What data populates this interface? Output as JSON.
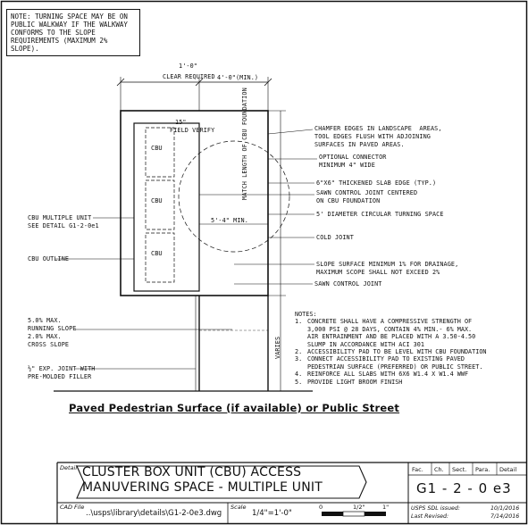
{
  "top_note": [
    "NOTE: TURNING SPACE MAY BE ON",
    "PUBLIC WALKWAY IF THE WALKWAY",
    "CONFORMS TO THE SLOPE",
    "REQUIREMENTS (MAXIMUM 2% SLOPE)."
  ],
  "dimensions": {
    "clear_required_1": "1'-0\"",
    "clear_required_2": "CLEAR REQUIRED",
    "width_min": "4'-0\"(MIN.)",
    "field_verify_1": "15\"",
    "field_verify_2": "FIELD VERIFY",
    "turning_min": "5'-4\" MIN.",
    "match_length": "MATCH LENGTH OF CBU FOUNDATION",
    "varies": "VARIES"
  },
  "cbu_labels": [
    "CBU",
    "CBU",
    "CBU"
  ],
  "left_callouts": {
    "multiple_unit_1": "CBU MULTIPLE UNIT",
    "multiple_unit_2": "SEE DETAIL G1-2-0e1",
    "outline": "CBU OUTLINE",
    "slope_1": "5.0% MAX.",
    "slope_2": "RUNNING SLOPE",
    "slope_3": "2.0% MAX.",
    "slope_4": "CROSS SLOPE",
    "joint_1": "½\" EXP. JOINT WITH",
    "joint_2": "PRE-MOLDED FILLER"
  },
  "right_callouts": {
    "chamfer_1": "CHAMFER EDGES IN LANDSCAPE  AREAS,",
    "chamfer_2": "TOOL EDGES FLUSH WITH ADJOINING",
    "chamfer_3": "SURFACES IN PAVED AREAS.",
    "connector_1": "OPTIONAL CONNECTOR",
    "connector_2": "MINIMUM 4\" WIDE",
    "thickened": "6\"X6\" THICKENED SLAB EDGE (TYP.)",
    "sawcut_1": "SAWN CONTROL JOINT CENTERED",
    "sawcut_2": "ON CBU FOUNDATION",
    "turning": "5' DIAMETER CIRCULAR TURNING SPACE",
    "cold_joint": "COLD JOINT",
    "slope_1": "SLOPE SURFACE MINIMUM 1% FOR DRAINAGE,",
    "slope_2": "MAXIMUM SCOPE SHALL NOT EXCEED 2%",
    "sawcut_joint": "SAWN CONTROL JOINT"
  },
  "notes": {
    "heading": "NOTES:",
    "items": [
      {
        "num": "1.",
        "lines": [
          "CONCRETE SHALL HAVE A COMPRESSIVE STRENGTH OF",
          "3,000 PSI @ 28 DAYS, CONTAIN 4% MIN.- 6% MAX.",
          "AIR ENTRAINMENT AND BE PLACED WITH A 3.50-4.50",
          "SLUMP IN ACCORDANCE WITH ACI 301"
        ]
      },
      {
        "num": "2.",
        "lines": [
          "ACCESSIBILITY PAD TO BE LEVEL WITH CBU FOUNDATION"
        ]
      },
      {
        "num": "3.",
        "lines": [
          "CONNECT ACCESSIBILITY PAD TO EXISTING PAVED",
          "PEDESTRIAN SURFACE (PREFERRED) OR PUBLIC STREET."
        ]
      },
      {
        "num": "4.",
        "lines": [
          "REINFORCE ALL SLABS WITH 6X6 W1.4 X W1.4 WWF"
        ]
      },
      {
        "num": "5.",
        "lines": [
          "PROVIDE LIGHT BROOM FINISH"
        ]
      }
    ]
  },
  "street_label": "Paved Pedestrian Surface (if available) or Public Street",
  "title_block": {
    "detail_label": "Detail",
    "title_line_1": "CLUSTER BOX UNIT (CBU) ACCESS",
    "title_line_2": "MANUVERING SPACE - MULTIPLE UNIT",
    "headers": [
      "Fac.",
      "Ch.",
      "Sect.",
      "Para.",
      "Detail"
    ],
    "code": "G1 - 2 - 0  e3",
    "cad_label": "CAD File",
    "cad_file": "..\\usps\\library\\details\\G1-2-0e3.dwg",
    "scale_label": "Scale",
    "scale": "1/4\"=1'-0\"",
    "bar_label_0": "0",
    "bar_label_half": "1/2\"",
    "bar_label_one": "1\"",
    "issued_label": "USPS SDL issued:",
    "issued_date": "10/1/2016",
    "revised_label": "Last Revised:",
    "revised_date": "7/14/2016"
  }
}
